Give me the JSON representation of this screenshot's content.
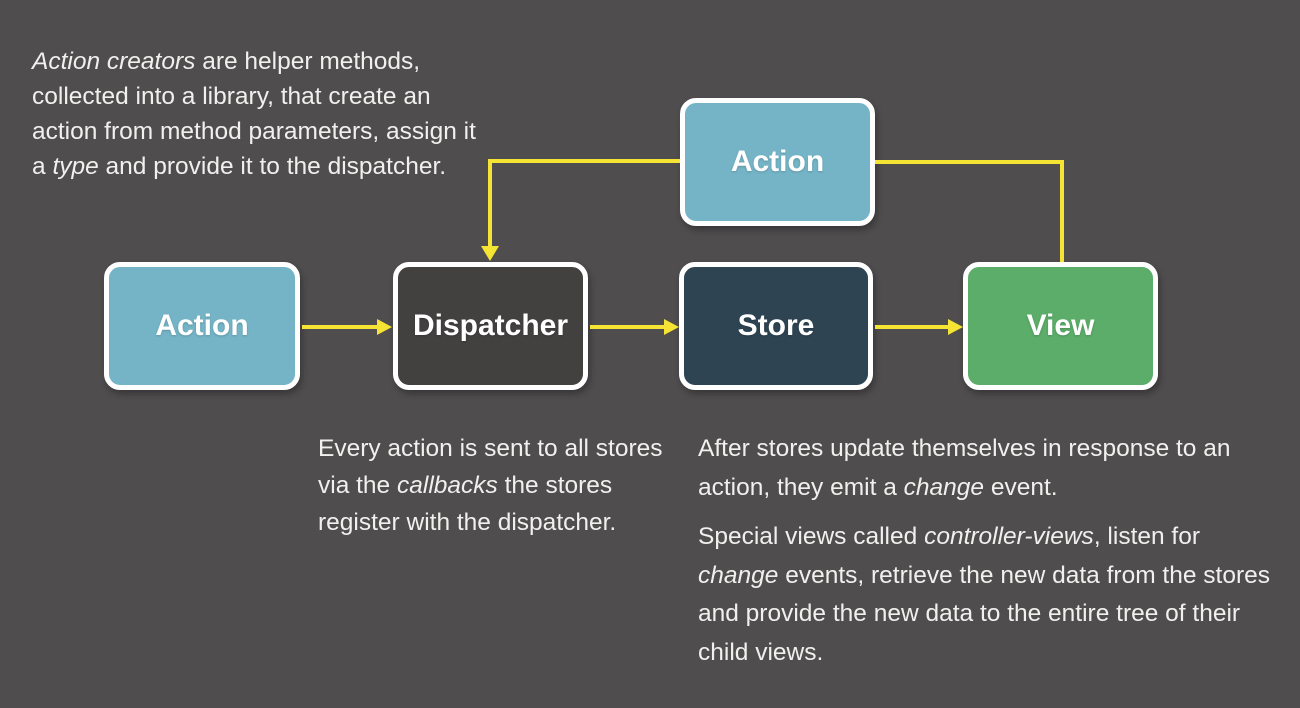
{
  "notes": {
    "action_creators": [
      {
        "text": "Action creators",
        "italic": true
      },
      {
        "text": " are helper methods, collected into a library, that create an action from method parameters, assign it a ",
        "italic": false
      },
      {
        "text": "type",
        "italic": true
      },
      {
        "text": " and provide it to the dispatcher.",
        "italic": false
      }
    ],
    "dispatcher": [
      {
        "text": "Every action is sent to all stores via the ",
        "italic": false
      },
      {
        "text": "callbacks",
        "italic": true
      },
      {
        "text": " the stores register with the dispatcher.",
        "italic": false
      }
    ],
    "store_view": [
      [
        {
          "text": "After stores update themselves in response to an action, they emit a ",
          "italic": false
        },
        {
          "text": "change",
          "italic": true
        },
        {
          "text": " event.",
          "italic": false
        }
      ],
      [
        {
          "text": "Special views called ",
          "italic": false
        },
        {
          "text": "controller-views",
          "italic": true
        },
        {
          "text": ", listen for ",
          "italic": false
        },
        {
          "text": "change",
          "italic": true
        },
        {
          "text": " events, retrieve the new data from the stores and provide the new data to the entire tree of their child views.",
          "italic": false
        }
      ]
    ]
  },
  "nodes": {
    "action_top": "Action",
    "action": "Action",
    "dispatcher": "Dispatcher",
    "store": "Store",
    "view": "View"
  },
  "colors": {
    "background": "#4f4d4e",
    "action_fill": "#74b4c6",
    "dispatcher_fill": "#434040",
    "store_fill": "#2e4453",
    "view_fill": "#5bad69",
    "connector_yellow": "#f6e434",
    "node_border": "#ffffff",
    "text": "#f2f0ee"
  }
}
